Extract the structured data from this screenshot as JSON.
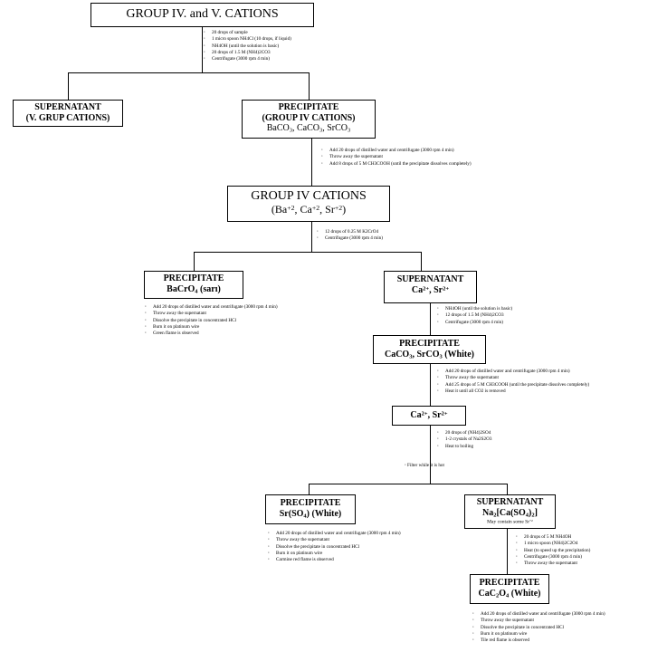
{
  "boxes": {
    "group45": {
      "title": "GROUP IV. and V. CATIONS"
    },
    "supernatant_v": {
      "line1": "SUPERNATANT",
      "line2": "(V. GRUP CATIONS)"
    },
    "precip_iv": {
      "line1": "PRECIPITATE",
      "line2": "(GROUP IV CATIONS)",
      "line3": "BaCO3, CaCO3, SrCO3"
    },
    "group4": {
      "line1": "GROUP IV CATIONS",
      "line2": "(Ba+2, Ca+2, Sr+2)"
    },
    "precip_bacro4": {
      "line1": "PRECIPITATE",
      "line2": "BaCrO4 (sarı)"
    },
    "super_ca_sr": {
      "line1": "SUPERNATANT",
      "line2": "Ca2+, Sr2+"
    },
    "precip_caco3": {
      "line1": "PRECIPITATE",
      "line2": "CaCO3, SrCO3 (White)"
    },
    "ca_sr": {
      "line1": "Ca2+, Sr2+"
    },
    "precip_srso4": {
      "line1": "PRECIPITATE",
      "line2": "Sr(SO4) (White)"
    },
    "super_na": {
      "line1": "SUPERNATANT",
      "line2": "Na2[Ca(SO4)2]",
      "line3": "May contain some Sr+2"
    },
    "precip_cac2o4": {
      "line1": "PRECIPITATE",
      "line2": "CaC2O4 (White)"
    }
  },
  "steps": {
    "s1": [
      "20 drops of sample",
      "1 micro spoon NH4Cl (10 drops, if liquid)",
      "NH4OH (until the solution is basic)",
      "20 drops of 1.5 M (NH4)2CO3",
      "Centrifugate (3000 rpm 4 min)"
    ],
    "s2": [
      "Add 20 drops of distilled water and centrifugate (3000 rpm 4 min)",
      "Throw away the supernatant",
      "Add 8 drops of 5 M CH3COOH (until the precipitate dissolves completely)"
    ],
    "s3": [
      "12 drops of 0.25 M K2CrO4",
      "Centrifugate (3000 rpm 4 min)"
    ],
    "s4": [
      "Add 20 drops of distilled water and centrifugate (3000 rpm 4 min)",
      "Throw away the supernatant",
      "Dissolve the precipitate in concentrated HCl",
      "Burn it on platinum wire",
      "Green flame is observed"
    ],
    "s5": [
      "NH4OH (until the solution is basic)",
      "12 drops of 1.5 M (NH4)2CO3",
      "Centrifugate (3000 rpm 4 min)"
    ],
    "s6": [
      "Add 20 drops of distilled water and centrifugate (3000 rpm 4 min)",
      "Throw away the supernatant",
      "Add 25 drops of 5 M CH3COOH (until the precipitate dissolves completely)",
      "Heat it until all CO2 is removed"
    ],
    "s7": [
      "20 drops of (NH4)2SO4",
      "1-2 crystals of Na2S2O3",
      "Heat to boiling"
    ],
    "s8": [
      "Add 20 drops of distilled water and centrifugate (3000 rpm 4 min)",
      "Throw away the supernatant",
      "Dissolve the precipitate in concentrated HCl",
      "Burn it on platinum wire",
      "Carmine red flame is observed"
    ],
    "s9": [
      "20 drops of 5 M NH4OH",
      "1 micro spoon (NH4)2C2O4",
      "Heat (to speed up the precipitation)",
      "Centrifugate (3000 rpm 4 min)",
      "Throw away the supernatant"
    ],
    "s10": [
      "Add 20 drops of distilled water and centrifugate (3000 rpm 4 min)",
      "Throw away the supernatant",
      "Dissolve the precipitate in concentrated HCl",
      "Burn it on platinum wire",
      "Tile red flame is observed"
    ]
  },
  "notes": {
    "filter": "Filter while it is hot"
  }
}
